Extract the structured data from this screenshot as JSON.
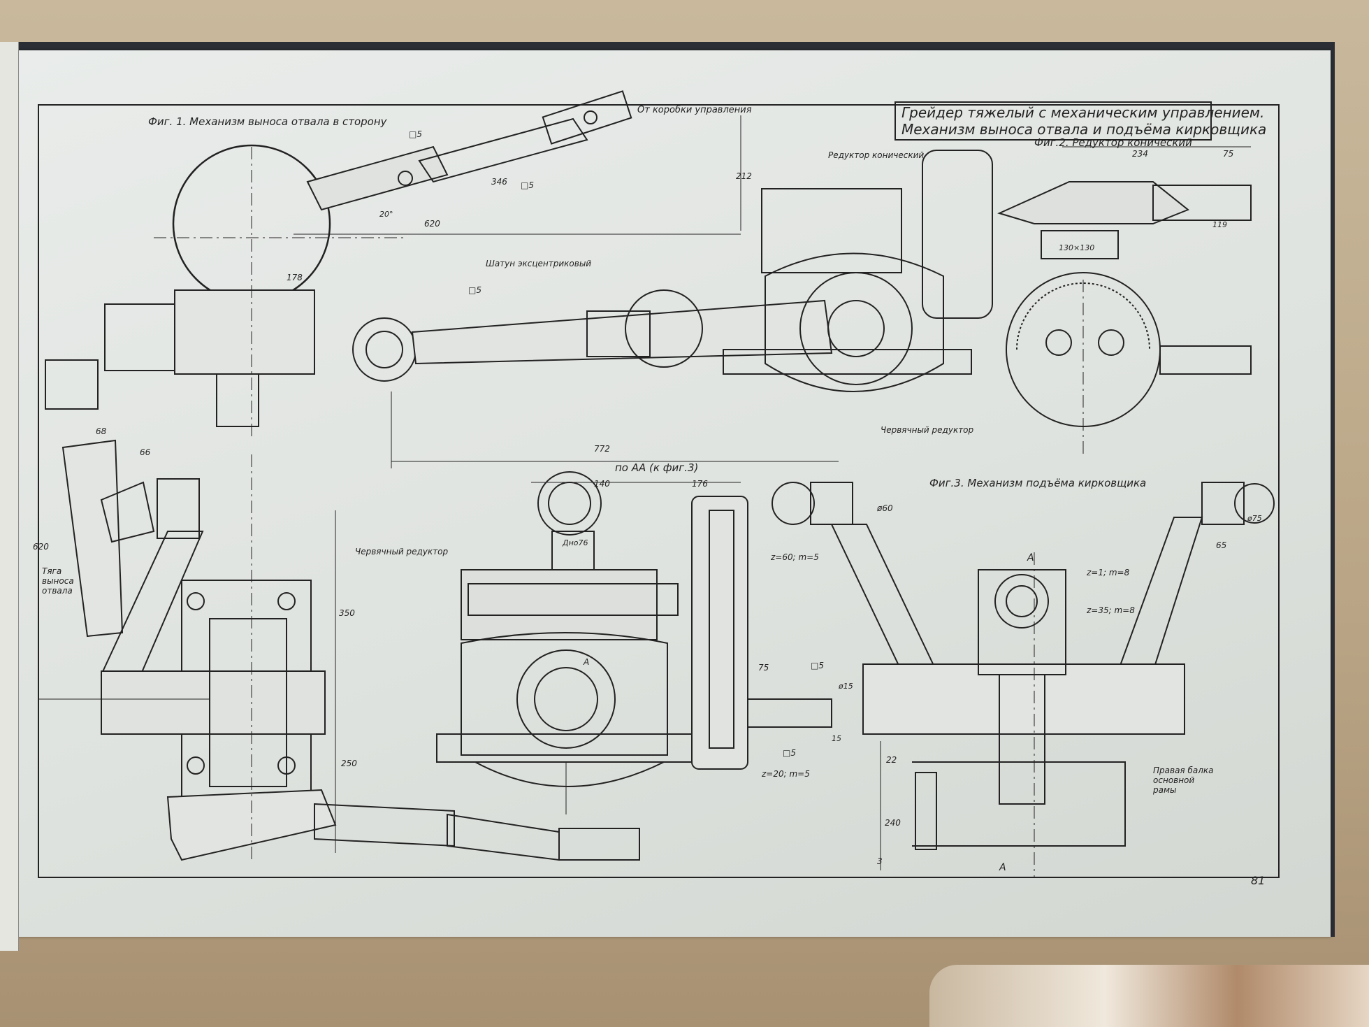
{
  "sheet": {
    "title_line1": "Грейдер тяжелый с механическим управлением.",
    "title_line2": "Механизм выноса отвала и подъёма кирковщика",
    "page_number": "81"
  },
  "figures": {
    "fig1": "Фиг. 1. Механизм выноса отвала в сторону",
    "fig2": "Фиг.2. Редуктор конический",
    "fig3": "Фиг.3. Механизм подъёма кирковщика",
    "section": "по АА (к фиг.3)"
  },
  "callouts": {
    "from_gearbox": "От коробки управления",
    "bevel_reducer": "Редуктор конический",
    "eccentric_rod": "Шатун эксцентриковый",
    "worm_reducer_1": "Червячный редуктор",
    "worm_reducer_2": "Червячный редуктор",
    "blade_rod": "Тяга выноса отвала",
    "right_beam": "Правая балка основной рамы"
  },
  "dimensions": {
    "d5_a": "□5",
    "d346": "346",
    "d5_b": "□5",
    "d620_top": "620",
    "d20": "20°",
    "d212": "212",
    "d178": "178",
    "d5_c": "□5",
    "d772": "772",
    "d234": "234",
    "d75_top": "75",
    "d119": "119",
    "d130": "130×130",
    "d68": "68",
    "d66": "66",
    "d620_left": "620",
    "d350": "350",
    "d250": "250",
    "d140": "140",
    "d176": "176",
    "dno76": "Дно76",
    "z60": "z=60; m=5",
    "z20": "z=20; m=5",
    "d75_mid": "75",
    "d5_d": "□5",
    "d5_e": "□5",
    "d15a": "ø15",
    "d15b": "15",
    "d60": "ø60",
    "d65": "65",
    "d75_right": "ø75",
    "z1": "z=1; m=8",
    "z35": "z=35; m=8",
    "d22": "22",
    "d240": "240",
    "d3": "3",
    "mark_a_top": "A",
    "mark_a_bottom": "A",
    "mark_a_mid": "A"
  }
}
